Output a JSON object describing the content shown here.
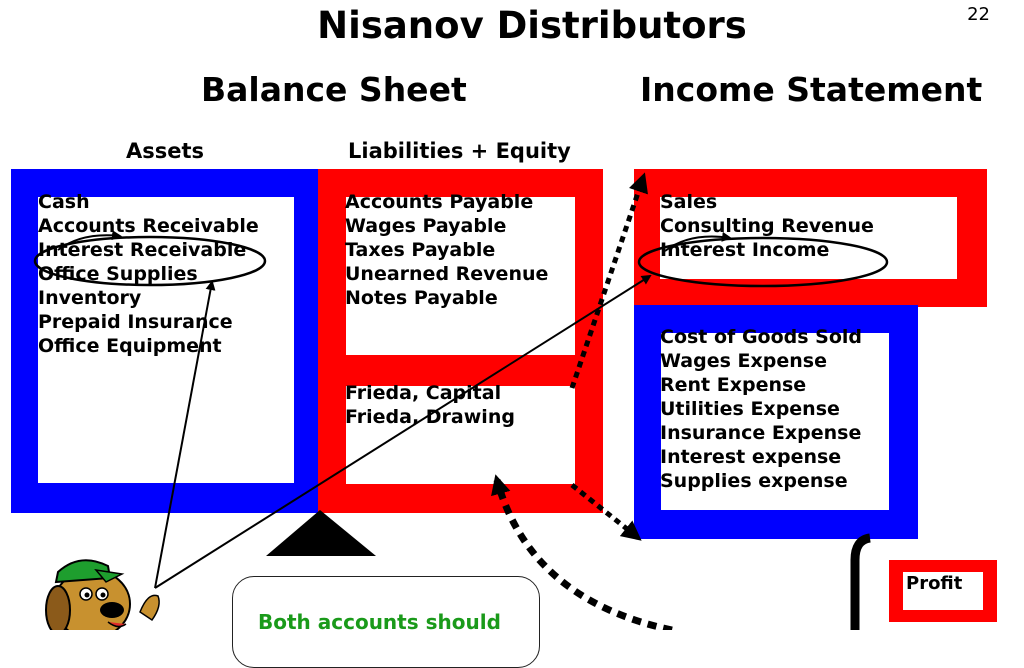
{
  "page": {
    "title": "Nisanov Distributors",
    "page_number": "22"
  },
  "balance_sheet": {
    "heading": "Balance Sheet",
    "assets_heading": "Assets",
    "liabilities_heading": "Liabilities + Equity",
    "assets": [
      "Cash",
      "Accounts Receivable",
      "Interest Receivable",
      "Office Supplies",
      "Inventory",
      "Prepaid Insurance",
      "Office Equipment"
    ],
    "liabilities": [
      "Accounts Payable",
      "Wages Payable",
      "Taxes Payable",
      "Unearned Revenue",
      "Notes Payable"
    ],
    "equity": [
      "Frieda, Capital",
      "Frieda, Drawing"
    ]
  },
  "income_statement": {
    "heading": "Income Statement",
    "revenues": [
      "Sales",
      "Consulting Revenue",
      "Interest Income"
    ],
    "expenses": [
      "Cost of Goods Sold",
      "Wages Expense",
      "Rent Expense",
      "Utilities Expense",
      "Insurance Expense",
      "Interest expense",
      "Supplies expense"
    ],
    "profit_label": "Profit"
  },
  "callout": {
    "text": "Both accounts should"
  },
  "colors": {
    "assets_frame": "#0000ff",
    "liabilities_frame": "#ff0000",
    "revenue_frame": "#ff0000",
    "expense_frame": "#0000ff",
    "profit_frame": "#ff0000",
    "callout_text": "#1a9a1a"
  }
}
